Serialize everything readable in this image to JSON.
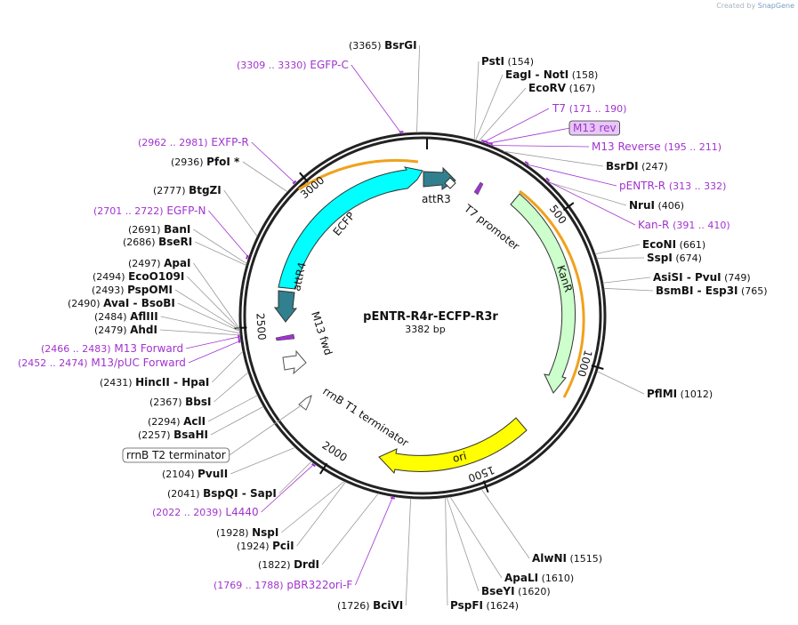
{
  "credit": {
    "prefix": "Created by",
    "brand": "SnapGene"
  },
  "plasmid": {
    "name": "pENTR-R4r-ECFP-R3r",
    "length_label": "3382 bp"
  },
  "colors": {
    "primer": "#a133cf",
    "cyan": "#00ffff",
    "teal": "#31808f",
    "yellow": "#ffff00",
    "kan": "#ccffcc",
    "orange": "#f0a21c",
    "m13_fill": "#e6c7f5"
  },
  "ticks": [
    "500",
    "1000",
    "1500",
    "2000",
    "2500",
    "3000"
  ],
  "enzymes": [
    {
      "name": "BsrGI",
      "pos": "(3365)"
    },
    {
      "name": "PstI",
      "pos": "(154)"
    },
    {
      "name": "EagI",
      "sep": "-",
      "name2": "NotI",
      "pos": "(158)"
    },
    {
      "name": "EcoRV",
      "pos": "(167)"
    },
    {
      "name": "BsrDI",
      "pos": "(247)"
    },
    {
      "name": "NruI",
      "pos": "(406)"
    },
    {
      "name": "EcoNI",
      "pos": "(661)"
    },
    {
      "name": "SspI",
      "pos": "(674)"
    },
    {
      "name": "AsiSI",
      "sep": "-",
      "name2": "PvuI",
      "pos": "(749)"
    },
    {
      "name": "BsmBI",
      "sep": "-",
      "name2": "Esp3I",
      "pos": "(765)"
    },
    {
      "name": "PflMI",
      "pos": "(1012)"
    },
    {
      "name": "AlwNI",
      "pos": "(1515)"
    },
    {
      "name": "ApaLI",
      "pos": "(1610)"
    },
    {
      "name": "BseYI",
      "pos": "(1620)"
    },
    {
      "name": "PspFI",
      "pos": "(1624)"
    },
    {
      "name": "BciVI",
      "pos": "(1726)"
    },
    {
      "name": "DrdI",
      "pos": "(1822)"
    },
    {
      "name": "PciI",
      "pos": "(1924)"
    },
    {
      "name": "NspI",
      "pos": "(1928)"
    },
    {
      "name": "BspQI",
      "sep": "-",
      "name2": "SapI",
      "pos": "(2041)"
    },
    {
      "name": "PvuII",
      "pos": "(2104)"
    },
    {
      "name": "BsaHI",
      "pos": "(2257)"
    },
    {
      "name": "AclI",
      "pos": "(2294)"
    },
    {
      "name": "BbsI",
      "pos": "(2367)"
    },
    {
      "name": "HincII",
      "sep": "-",
      "name2": "HpaI",
      "pos": "(2431)"
    },
    {
      "name": "AhdI",
      "pos": "(2479)"
    },
    {
      "name": "AflIII",
      "pos": "(2484)"
    },
    {
      "name": "AvaI",
      "sep": "-",
      "name2": "BsoBI",
      "pos": "(2490)"
    },
    {
      "name": "PspOMI",
      "pos": "(2493)"
    },
    {
      "name": "EcoO109I",
      "pos": "(2494)"
    },
    {
      "name": "ApaI",
      "pos": "(2497)"
    },
    {
      "name": "BseRI",
      "pos": "(2686)"
    },
    {
      "name": "BanI",
      "pos": "(2691)"
    },
    {
      "name": "BtgZI",
      "pos": "(2777)"
    },
    {
      "name": "PfoI *",
      "pos": "(2936)"
    }
  ],
  "primers": [
    {
      "name": "EGFP-C",
      "pos": "(3309 .. 3330)"
    },
    {
      "name": "T7",
      "pos": "(171 .. 190)"
    },
    {
      "name": "M13 rev",
      "pos": ""
    },
    {
      "name": "M13 Reverse",
      "pos": "(195 .. 211)"
    },
    {
      "name": "pENTR-R",
      "pos": "(313 .. 332)"
    },
    {
      "name": "Kan-R",
      "pos": "(391 .. 410)"
    },
    {
      "name": "EXFP-R",
      "pos": "(2962 .. 2981)"
    },
    {
      "name": "EGFP-N",
      "pos": "(2701 .. 2722)"
    },
    {
      "name": "M13 Forward",
      "pos": "(2466 .. 2483)"
    },
    {
      "name": "M13/pUC Forward",
      "pos": "(2452 .. 2474)"
    },
    {
      "name": "L4440",
      "pos": "(2022 .. 2039)"
    },
    {
      "name": "pBR322ori-F",
      "pos": "(1769 .. 1788)"
    }
  ],
  "features": {
    "attR3": "attR3",
    "t7_promoter": "T7 promoter",
    "kanr": "KanR",
    "ori": "ori",
    "rrnb_t1": "rrnB T1 terminator",
    "rrnb_t2": "rrnB T2 terminator",
    "m13_fwd": "M13 fwd",
    "attR4": "attR4",
    "ecfp": "ECFP"
  }
}
